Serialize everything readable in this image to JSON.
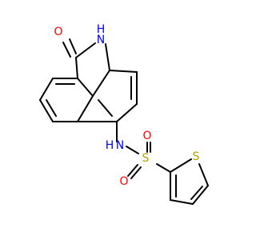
{
  "molecule": {
    "atoms": {
      "oxygen_carbonyl": "O",
      "nitrogen_lactam": "N",
      "hydrogen_lactam": "H",
      "nitrogen_sulfonamide": "N",
      "hydrogen_sulfonamide": "H",
      "sulfur_sulfonyl": "S",
      "oxygen_sulfonyl_top": "O",
      "oxygen_sulfonyl_bottom": "O",
      "sulfur_thiophene": "S"
    },
    "colors": {
      "oxygen": "#ff0000",
      "nitrogen": "#0000ff",
      "sulfur": "#b2a200",
      "bond": "#000000"
    }
  }
}
